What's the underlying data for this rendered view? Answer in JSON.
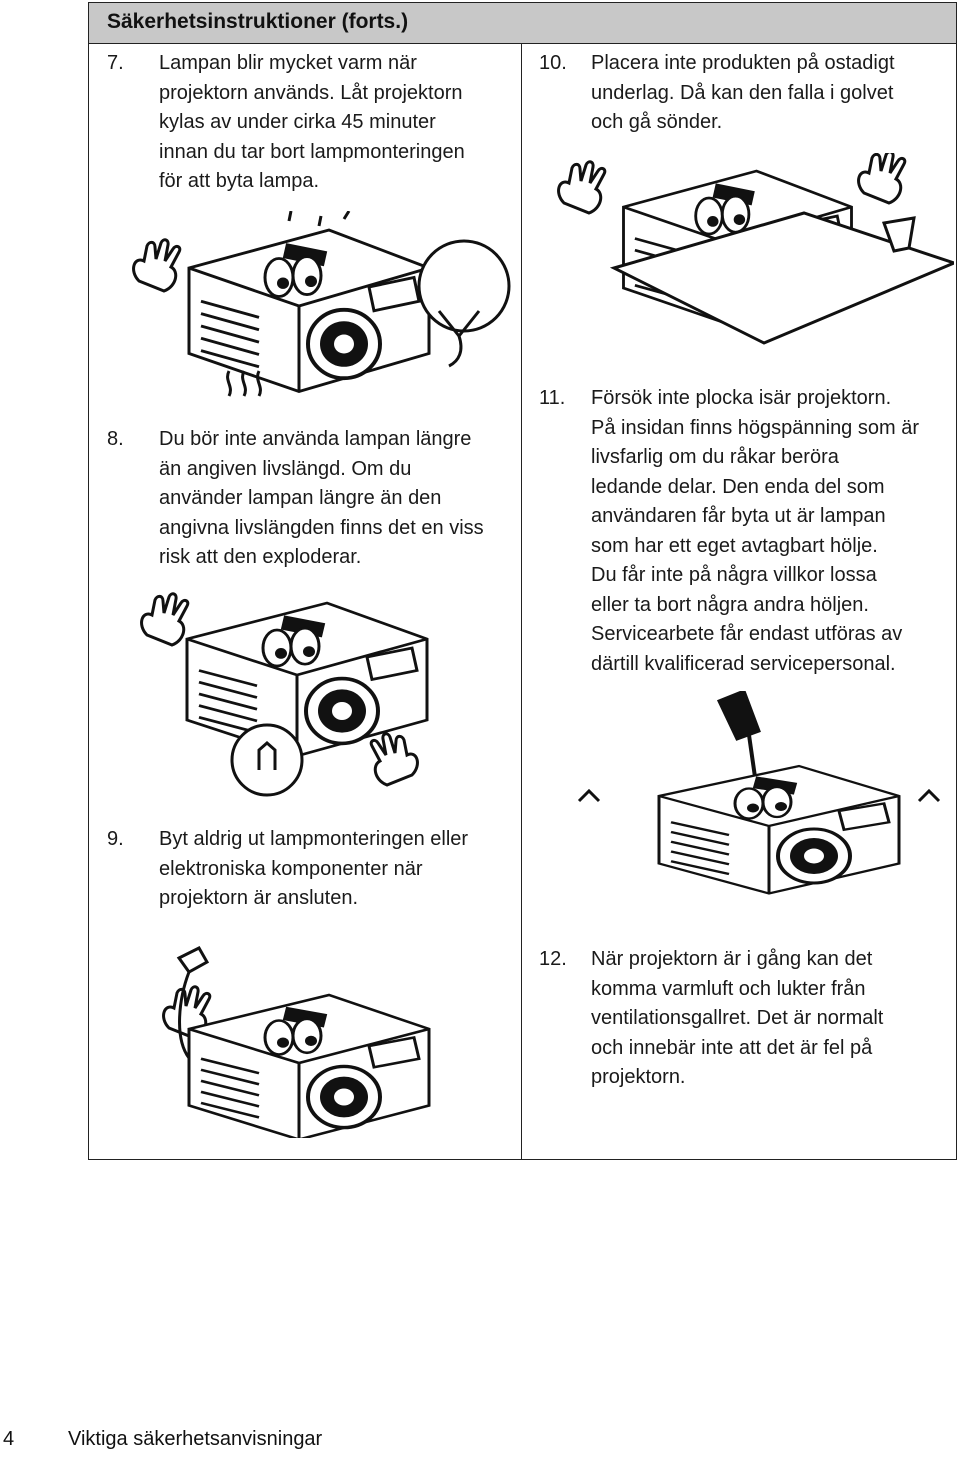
{
  "header": {
    "title": "Säkerhetsinstruktioner (forts.)"
  },
  "items": [
    {
      "number": "7.",
      "text": "Lampan blir mycket varm när\nprojektorn används. Låt projektorn\nkylas av under cirka 45 minuter\ninnan du tar bort lampmonteringen\nför att byta lampa."
    },
    {
      "number": "8.",
      "text": "Du bör inte använda lampan längre\nän angiven livslängd. Om du\nanvänder lampan längre än den\nangivna livslängden finns det en viss\nrisk att den exploderar."
    },
    {
      "number": "9.",
      "text": "Byt aldrig ut lampmonteringen eller\nelektroniska komponenter när\nprojektorn är ansluten."
    },
    {
      "number": "10.",
      "text": "Placera inte produkten på ostadigt\nunderlag. Då kan den falla i golvet\noch gå sönder."
    },
    {
      "number": "11.",
      "text": "Försök inte plocka isär projektorn.\nPå insidan finns högspänning som är\nlivsfarlig om du råkar beröra\nledande delar. Den enda del som\nanvändaren får byta ut är lampan\nsom har ett eget avtagbart hölje.\nDu får inte på några villkor lossa\neller ta bort några andra höljen.\nServicearbete får endast utföras av\ndärtill kvalificerad servicepersonal."
    },
    {
      "number": "12.",
      "text": "När projektorn är i gång kan det\nkomma varmluft och lukter från\nventilationsgallret. Det är normalt\noch innebär inte att det är fel på\nprojektorn."
    }
  ],
  "footer": {
    "page_number": "4",
    "section": "Viktiga säkerhetsanvisningar"
  }
}
